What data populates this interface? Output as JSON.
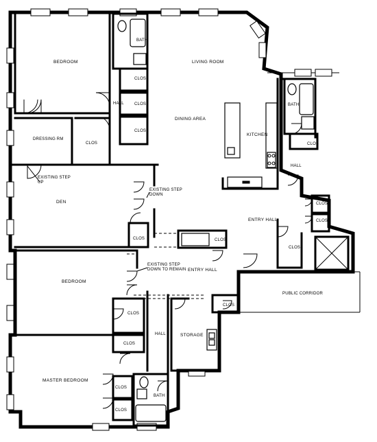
{
  "rooms": {
    "bedroom_top": "BEDROOM",
    "living_room": "LIVING ROOM",
    "dining_area": "DINING AREA",
    "kitchen": "KITCHEN",
    "dressing_rm": "DRESSING RM",
    "den": "DEN",
    "bedroom_mid": "BEDROOM",
    "master_bedroom": "MASTER BEDROOM",
    "storage": "STORAGE",
    "entry_hall_upper": "ENTRY HALL",
    "entry_hall_lower": "ENTRY HALL",
    "public_corridor": "PUBLIC CORRIDOR"
  },
  "small_labels": {
    "bath_top": "BATH",
    "bath_right": "BATH",
    "bath_bottom": "BATH",
    "hall_top": "HALL",
    "hall_right": "HALL",
    "hall_bottom": "HALL",
    "clos_1": "CLOS",
    "clos_2": "CLOS",
    "clos_3": "CLOS",
    "clos_dressing": "CLOS",
    "clos_right_1": "CLOS",
    "clos_right_2": "CLOS",
    "clos_right_3": "CLOS",
    "clos_right_4": "CLOS",
    "clos_den": "CLOS",
    "clos_entry": "CLOS",
    "clos_entry2": "CLOS",
    "clos_mid": "CLOS",
    "clos_hall": "CLOS",
    "clos_master_1": "CLOS",
    "clos_master_2": "CLOS"
  },
  "notes": {
    "step_up_1": "EXISTING STEP",
    "step_up_2": "UP",
    "step_down_1": "EXISTING STEP",
    "step_down_2": "DOWN",
    "step_remain_1": "EXISTING STEP",
    "step_remain_2": "DOWN TO REMAIN"
  }
}
